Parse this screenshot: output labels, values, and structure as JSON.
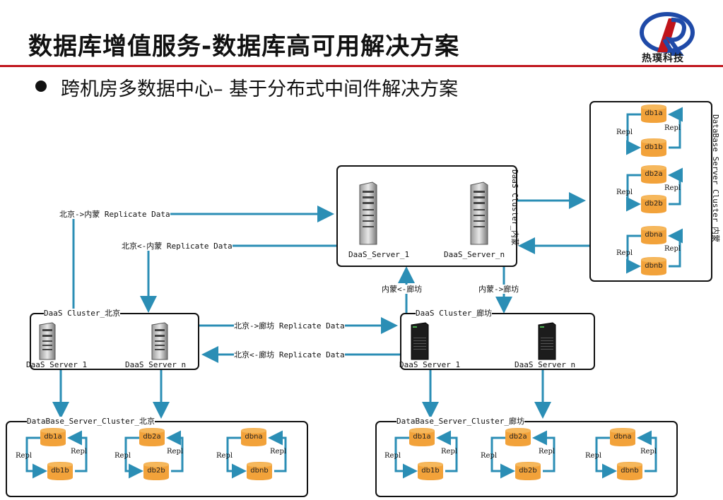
{
  "header": {
    "title": "数据库增值服务-数据库高可用解决方案",
    "bullet": "跨机房多数据中心– 基于分布式中间件解决方案",
    "logo_text": "热璞科技"
  },
  "colors": {
    "accent_red": "#c0141b",
    "arrow_blue": "#2b8eb5",
    "db_orange": "#f2a23a"
  },
  "clusters": {
    "neimeng": {
      "label": "DaaS Cluster_内蒙",
      "server1": "DaaS_Server_1",
      "servern": "DaaS_Server_n"
    },
    "beijing": {
      "label": "DaaS Cluster_北京",
      "server1": "DaaS_Server_1",
      "servern": "DaaS_Server_n"
    },
    "langfang": {
      "label": "DaaS Cluster_廊坊",
      "server1": "DaaS_Server_1",
      "servern": "DaaS_Server_n"
    }
  },
  "db_clusters": {
    "neimeng": {
      "label": "DataBase_Server_Cluster_内蒙"
    },
    "beijing": {
      "label": "DataBase_Server_Cluster_北京"
    },
    "langfang": {
      "label": "DataBase_Server_Cluster_廊坊"
    }
  },
  "dbs": {
    "d1a": "db1a",
    "d1b": "db1b",
    "d2a": "db2a",
    "d2b": "db2b",
    "dna": "dbna",
    "dnb": "dbnb"
  },
  "rep": "Repl",
  "flows": {
    "bj_to_nm": "北京->内蒙 Replicate Data",
    "nm_to_bj": "北京<-内蒙 Replicate Data",
    "bj_to_lf": "北京->廊坊 Replicate Data",
    "lf_to_bj": "北京<-廊坊 Replicate Data",
    "nm_from_lf": "内蒙<-廊坊",
    "nm_to_lf": "内蒙->廊坊"
  }
}
